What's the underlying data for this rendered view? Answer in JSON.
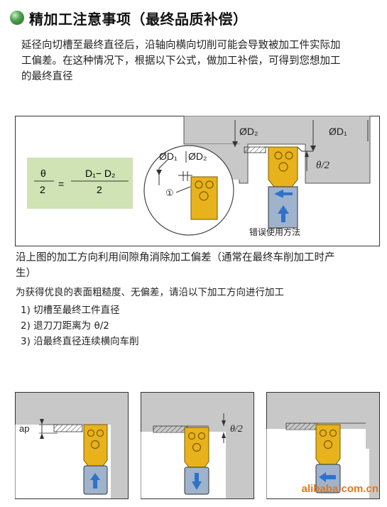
{
  "header": {
    "title": "精加工注意事项（最终品质补偿）"
  },
  "intro": {
    "line1": "延径向切槽至最终直径后，沿轴向横向切削可能会导致被加工件实际加",
    "line2": "工偏差。在这种情况下，根据以下公式，做加工补偿，可得到您想加工",
    "line3": "的最终直径"
  },
  "diagram": {
    "formula": {
      "lhs_top": "θ",
      "lhs_bottom": "2",
      "equals": "=",
      "rhs_top": "D₁−  D₂",
      "rhs_bottom": "2"
    },
    "labels": {
      "d2_top": "ØD₂",
      "d1_top": "ØD₁",
      "theta_half": "θ/2",
      "zoom_d1": "ØD₁",
      "zoom_d2": "ØD₂",
      "marker": "①",
      "wrong_usage": "错误使用方法"
    }
  },
  "explanation": {
    "line1": "沿上图的加工方向利用间隙角消除加工偏差（通常在最终车削加工时产",
    "line2": "生）",
    "line3": "为获得优良的表面粗糙度、无偏差，请沿以下加工方向进行加工"
  },
  "steps": [
    "1) 切槽至最终工件直径",
    "2) 退刀刀距离为 θ/2",
    "3) 沿最终直径连续横向车削"
  ],
  "bottom_panels": {
    "ap_label": "ap",
    "theta_label": "θ/2"
  },
  "watermark": "alibaba.com.cn",
  "colors": {
    "gray": "#c8c8c8",
    "insert_yellow": "#e8b21c",
    "holder_blue": "#9fb3cc",
    "arrow_blue": "#2f72c8",
    "formula_bg": "#cfe3b4"
  }
}
